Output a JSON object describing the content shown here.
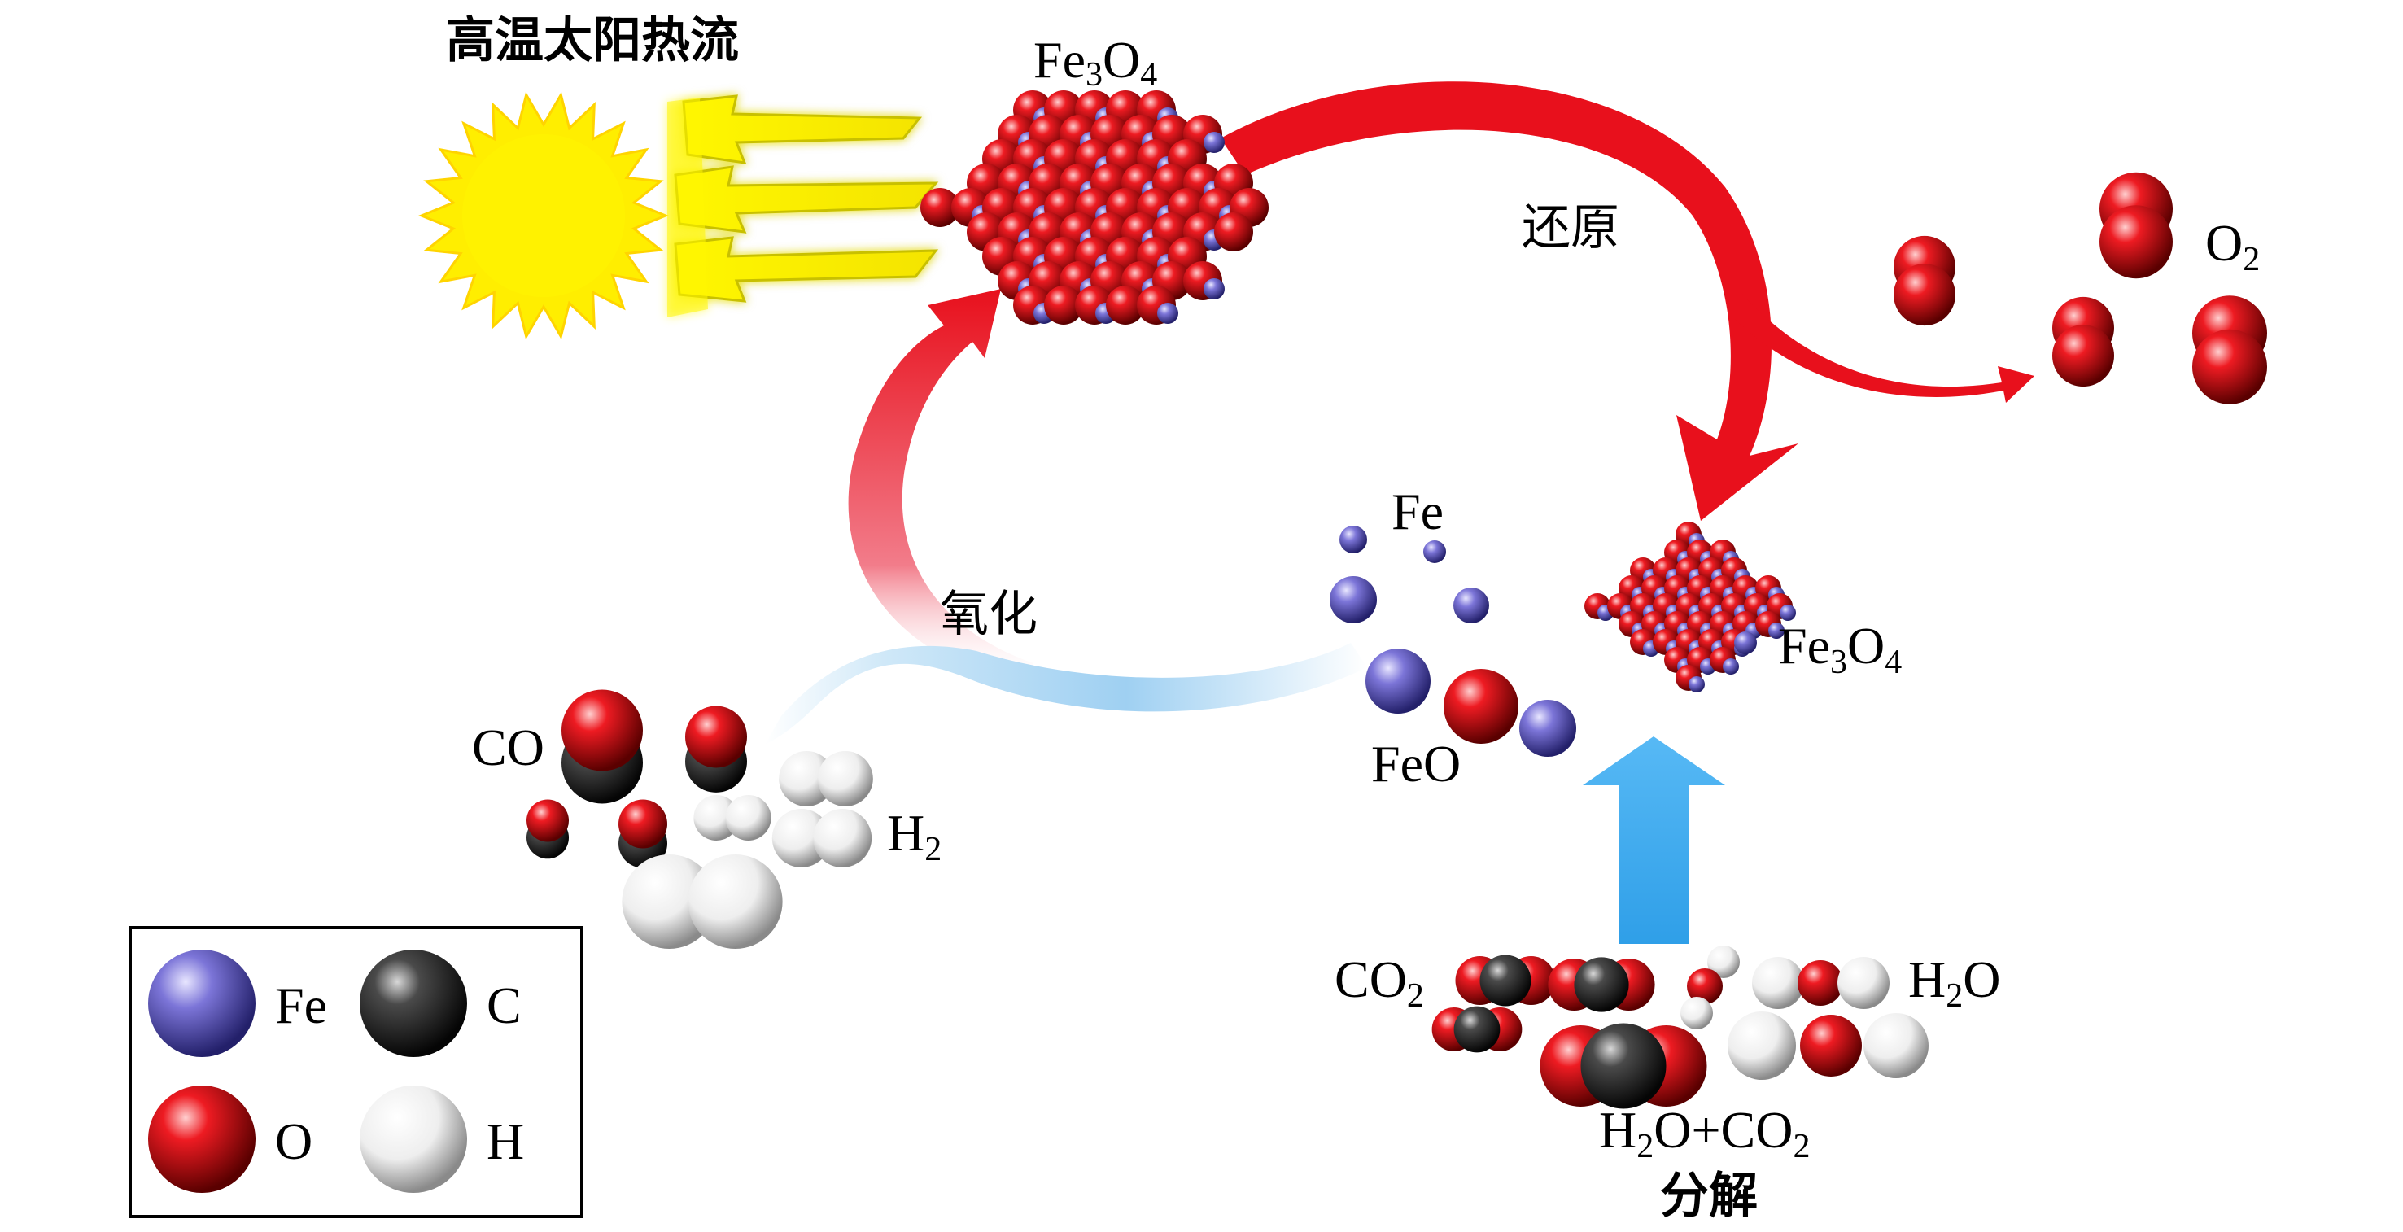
{
  "labels": {
    "solar_flux": "高温太阳热流",
    "fe3o4_top": "Fe",
    "fe3o4_top_sub": "3",
    "fe3o4_top_o": "O",
    "fe3o4_top_sub2": "4",
    "reduction": "还原",
    "o2": "O",
    "o2_sub": "2",
    "fe": "Fe",
    "fe3o4_right": "Fe",
    "fe3o4_right_sub": "3",
    "fe3o4_right_o": "O",
    "fe3o4_right_sub2": "4",
    "oxidation": "氧化",
    "feo": "FeO",
    "co": "CO",
    "h2": "H",
    "h2_sub": "2",
    "co2": "CO",
    "co2_sub": "2",
    "h2o": "H",
    "h2o_sub": "2",
    "h2o_o": "O",
    "mix_h": "H",
    "mix_h_sub": "2",
    "mix_rest": "O+CO",
    "mix_sub": "2",
    "decompose": "分解"
  },
  "legend": [
    {
      "symbol": "Fe",
      "color": "#6a63c9"
    },
    {
      "symbol": "C",
      "color": "#2b2b2b"
    },
    {
      "symbol": "O",
      "color": "#e0141a"
    },
    {
      "symbol": "H",
      "color": "#f2f2f2"
    }
  ],
  "colors": {
    "iron": "#6a63c9",
    "oxygen": "#e0141a",
    "carbon": "#2b2b2b",
    "hydrogen": "#f2f2f2",
    "red_arrow": "#e8101c",
    "blue_arrow": "#3aaaf0",
    "sun": "#ffee00"
  }
}
